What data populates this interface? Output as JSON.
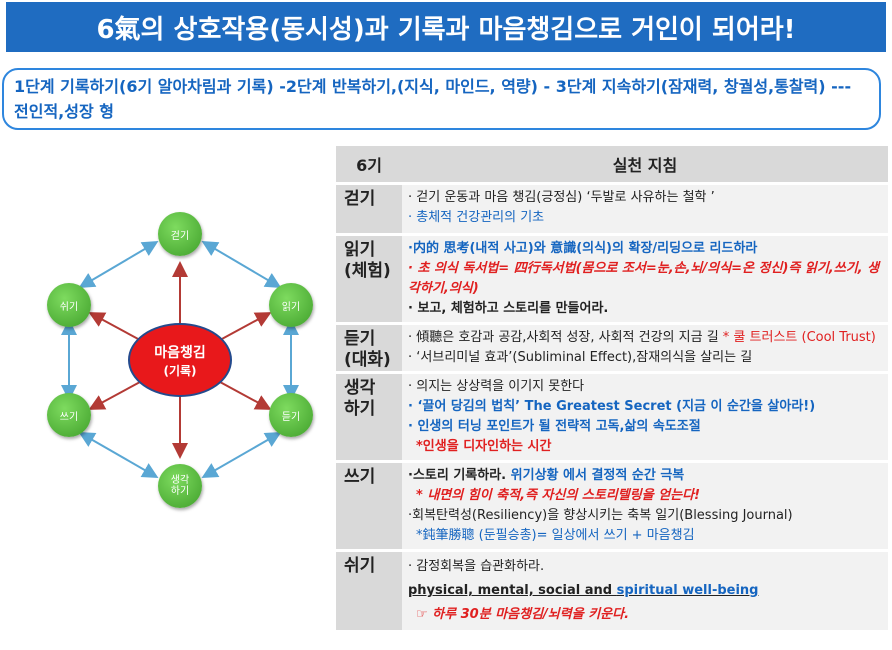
{
  "header": {
    "title": "6氣의 상호작용(동시성)과 기록과 마음챙김으로 거인이 되어라!"
  },
  "stages": {
    "text": "1단계 기록하기(6기 알아차림과 기록) -2단계 반복하기,(지식, 마인드, 역량) - 3단계 지속하기(잠재력, 창궐성,통찰력) --- 전인적,성장 형"
  },
  "diagram": {
    "center_line1": "마음챙김",
    "center_line2": "(기록)",
    "nodes": {
      "walk": "걷기",
      "read": "읽기",
      "listen": "듣기",
      "think": "생각\n하기",
      "write": "쓰기",
      "rest": "쉬기"
    }
  },
  "table": {
    "header_cat": "6기",
    "header_content": "실천 지침",
    "walk": {
      "cat": "걷기",
      "l1": "· 걷기 운동과 마음 챙김(긍정심) ‘두발로 사유하는 철학 ’",
      "l2": "· 총체적 건강관리의 기초"
    },
    "read": {
      "cat1": "읽기",
      "cat2": "(체험)",
      "l1": "·内的 思考(내적 사고)와 意識(의식)의 확장/리딩으로 리드하라",
      "l2": "· 초 의식 독서법= 四行독서법(몸으로 조서=눈,손,뇌/의식=온 정신)즉 읽기,쓰기, 생각하기,의식)",
      "l3": "· 보고, 체험하고 스토리를 만들어라."
    },
    "listen": {
      "cat1": "듣기",
      "cat2": "(대화)",
      "l1a": "· 傾聽은 호감과 공감,사회적 성장, 사회적 건강의 지금 길 ",
      "l1b": "* 쿨 트러스트 (Cool Trust)",
      "l2": "· ‘서브리미널 효과’(Subliminal Effect),잠재의식을 살리는 길"
    },
    "think": {
      "cat1": "생각",
      "cat2": "하기",
      "l1": "· 의지는 상상력을 이기지 못한다",
      "l2": "· ‘끌어 당김의 법칙’ The  Greatest Secret (지금 이 순간을 살아라!)",
      "l3": "· 인생의 터닝 포인트가 될 전략적 고독,삶의 속도조절",
      "l4": "*인생을 디자인하는 시간"
    },
    "write": {
      "cat": "쓰기",
      "l1a": "·스토리 기록하라.  ",
      "l1b": "위기상황 에서 결정적 순간 극복",
      "l2": "* 내면의 힘이 축적,즉 자신의 스토리텔링을  얻는다!",
      "l3": "·회복탄력성(Resiliency)을 향상시키는 축복 일기(Blessing Journal)",
      "l4": "*鈍筆勝聰 (둔필승총)= 일상에서 쓰기 +  마음챙김"
    },
    "rest": {
      "cat": "쉬기",
      "l1": "· 감정회복을 습관화하라.",
      "l2a": "physical, mental, social and ",
      "l2b": "spiritual well-being",
      "l3": "☞ 하루 30분 마음챙김/뇌력을 키운다."
    }
  },
  "colors": {
    "title_bg": "#1f6cc1",
    "accent_blue": "#1565c0",
    "accent_red": "#e02020",
    "node_green": "#4caf38",
    "center_red": "#e8181b"
  }
}
